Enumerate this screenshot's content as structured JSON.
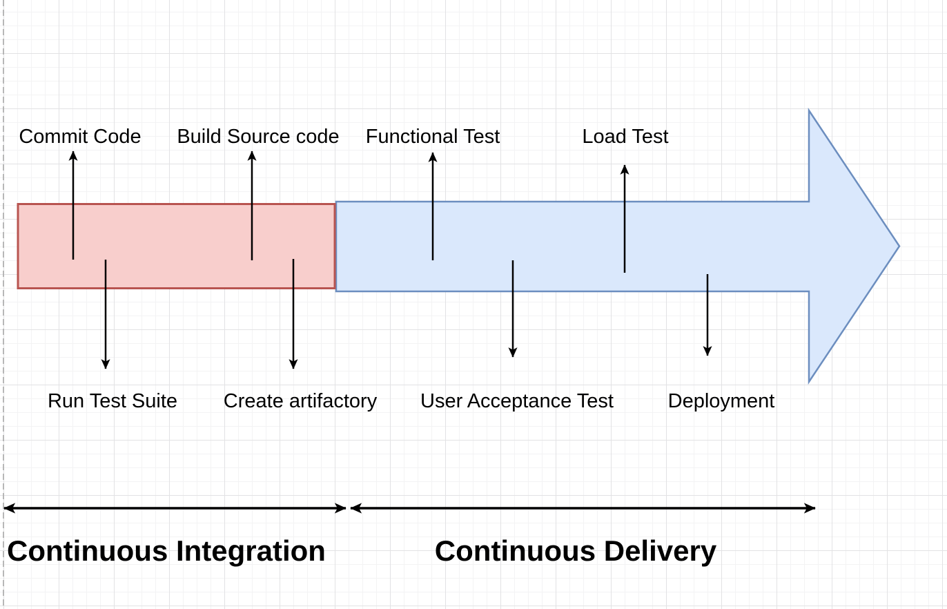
{
  "canvas": {
    "background_color": "#ffffff",
    "grid_minor_color": "#f3f3f4",
    "grid_major_color": "#e2e2e4"
  },
  "pipeline": {
    "ci_bar": {
      "fill": "#f8cecc",
      "stroke": "#b85450"
    },
    "cd_arrow": {
      "fill": "#dae8fc",
      "stroke": "#6c8ebf"
    },
    "connector_color": "#000000",
    "steps_above": [
      {
        "label": "Commit Code"
      },
      {
        "label": "Build Source code"
      },
      {
        "label": "Functional Test"
      },
      {
        "label": "Load Test"
      }
    ],
    "steps_below": [
      {
        "label": "Run Test Suite"
      },
      {
        "label": "Create artifactory"
      },
      {
        "label": "User Acceptance Test"
      },
      {
        "label": "Deployment"
      }
    ]
  },
  "sections": [
    {
      "label": "Continuous Integration"
    },
    {
      "label": "Continuous Delivery"
    }
  ]
}
